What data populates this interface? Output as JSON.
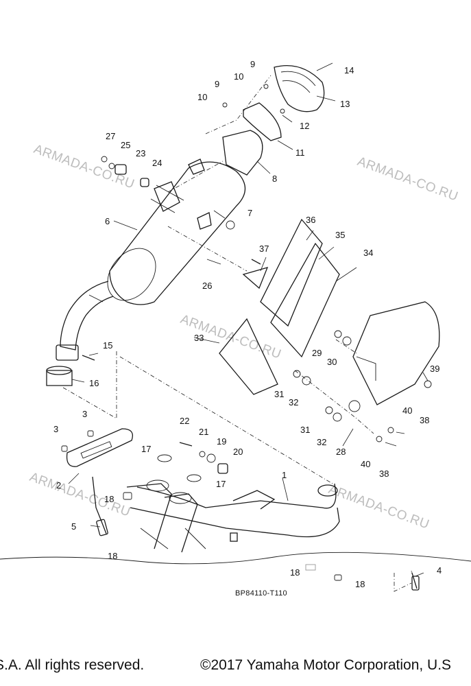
{
  "diagram_code": "BP84110-T110",
  "watermark": "ARMADA-CO.RU",
  "footer_left": "S.A. All rights reserved.",
  "footer_right": "©2017 Yamaha Motor Corporation, U.S",
  "callouts": [
    "1",
    "2",
    "3",
    "3",
    "4",
    "5",
    "6",
    "7",
    "8",
    "9",
    "9",
    "10",
    "10",
    "11",
    "12",
    "13",
    "14",
    "15",
    "16",
    "17",
    "17",
    "18",
    "18",
    "18",
    "18",
    "19",
    "20",
    "21",
    "22",
    "23",
    "24",
    "25",
    "26",
    "27",
    "28",
    "29",
    "30",
    "31",
    "31",
    "32",
    "32",
    "33",
    "34",
    "35",
    "36",
    "37",
    "38",
    "38",
    "39",
    "40",
    "40"
  ]
}
